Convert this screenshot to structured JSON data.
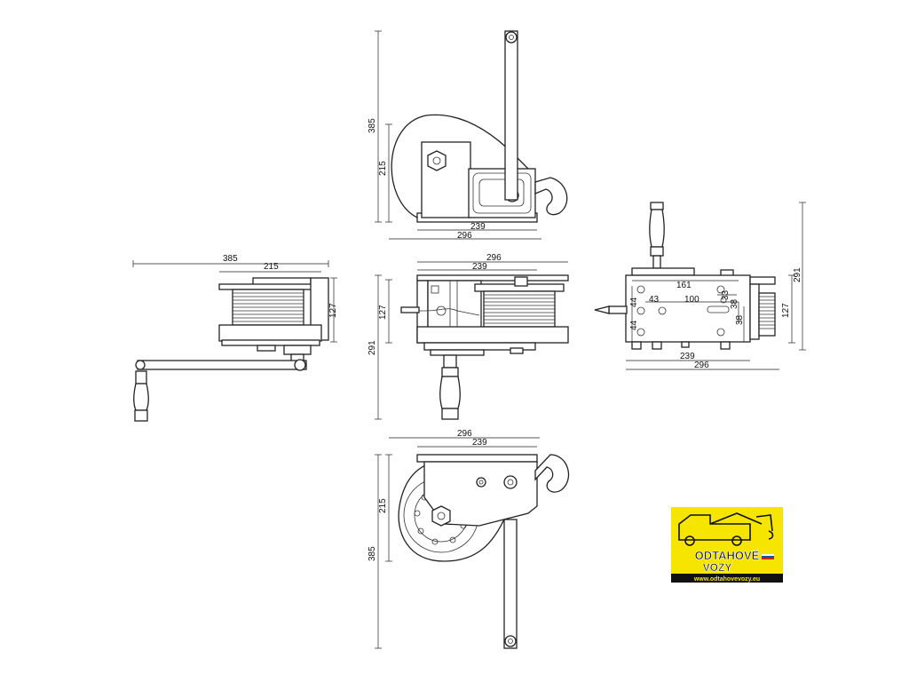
{
  "dimensions": {
    "top_view": {
      "h_385": "385",
      "h_215": "215",
      "w_239": "239",
      "w_296": "296"
    },
    "left_view": {
      "w_385": "385",
      "w_215": "215",
      "h_127": "127"
    },
    "center_view": {
      "w_296": "296",
      "w_239": "239",
      "h_127": "127",
      "h_291": "291"
    },
    "right_view": {
      "w_161": "161",
      "w_43": "43",
      "w_100": "100",
      "w_33": "33",
      "v_44a": "44",
      "v_44b": "44",
      "v_38a": "38",
      "v_38b": "38",
      "h_127": "127",
      "h_291": "291",
      "w_239": "239",
      "w_296": "296"
    },
    "bottom_view": {
      "w_296": "296",
      "w_239": "239",
      "h_215": "215",
      "h_385": "385"
    }
  },
  "logo": {
    "line1": "ODTAHOVÉ",
    "line2": "VOZY",
    "url": "www.odtahovevozy.eu",
    "colors": {
      "yellow": "#F5E500",
      "black": "#111111"
    }
  }
}
